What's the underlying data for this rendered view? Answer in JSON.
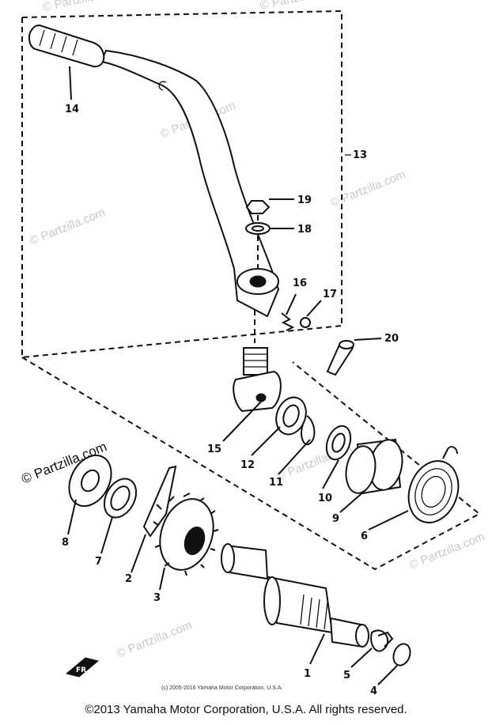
{
  "callouts": [
    "1",
    "2",
    "3",
    "4",
    "5",
    "6",
    "7",
    "8",
    "9",
    "10",
    "11",
    "12",
    "13",
    "14",
    "15",
    "16",
    "17",
    "18",
    "19",
    "20"
  ],
  "watermark": "© Partzilla.com",
  "fine_print": "(c) 2005-2016 Yamaha Motor Corporation, U.S.A.",
  "copyright": "©2013 Yamaha Motor Corporation, U.S.A. All rights reserved."
}
